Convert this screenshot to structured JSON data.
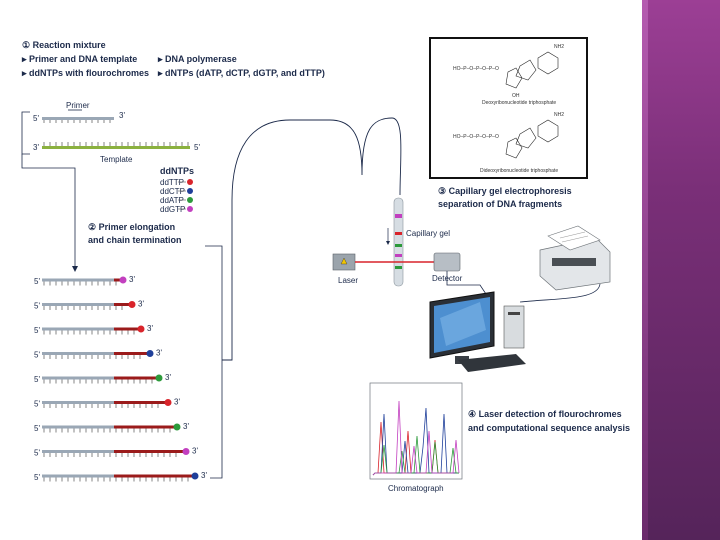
{
  "header": {
    "line1": "① Reaction mixture",
    "line2a": "▸ Primer and DNA template",
    "line2b": "▸ DNA polymerase",
    "line3a": "▸ ddNTPs with flourochromes",
    "line3b": "▸ dNTPs (dATP, dCTP, dGTP, and dTTP)"
  },
  "primer": {
    "label": "Primer",
    "five": "5'",
    "three": "3'"
  },
  "template": {
    "label": "Template",
    "three": "3'",
    "five": "5'"
  },
  "ddntps": {
    "title": "ddNTPs",
    "items": [
      {
        "label": "ddTTP",
        "color": "#d9242b"
      },
      {
        "label": "ddCTP",
        "color": "#1f3f9a"
      },
      {
        "label": "ddATP",
        "color": "#2c9a3b"
      },
      {
        "label": "ddGTP",
        "color": "#c23fbf"
      }
    ]
  },
  "step2": {
    "line1": "② Primer elongation",
    "line2": "and chain termination"
  },
  "fragments": {
    "five": "5'",
    "three": "3'",
    "colors": [
      "#c23fbf",
      "#d9242b",
      "#d9242b",
      "#1f3f9a",
      "#2c9a3b",
      "#d9242b",
      "#2c9a3b",
      "#c23fbf",
      "#1f3f9a"
    ]
  },
  "step3": {
    "line1": "③ Capillary gel electrophoresis",
    "line2": "separation of DNA fragments"
  },
  "capillary": {
    "label": "Capillary gel"
  },
  "laser": {
    "label": "Laser"
  },
  "detector": {
    "label": "Detector"
  },
  "structures": {
    "top_caption": "Deoxyribonucleotide triphosphate",
    "bottom_caption": "Dideoxyribonucleotide triphosphate",
    "nh2": "NH2",
    "oh": "OH"
  },
  "step4": {
    "line1": "④ Laser detection of flourochromes",
    "line2": "and computational sequence analysis"
  },
  "chromatograph": {
    "label": "Chromatograph"
  },
  "colors": {
    "accent_purple": "#7a2f78",
    "strand_gray": "#9aa7b5",
    "strand_red": "#9b1b1b",
    "template_green": "#8bb13f"
  }
}
